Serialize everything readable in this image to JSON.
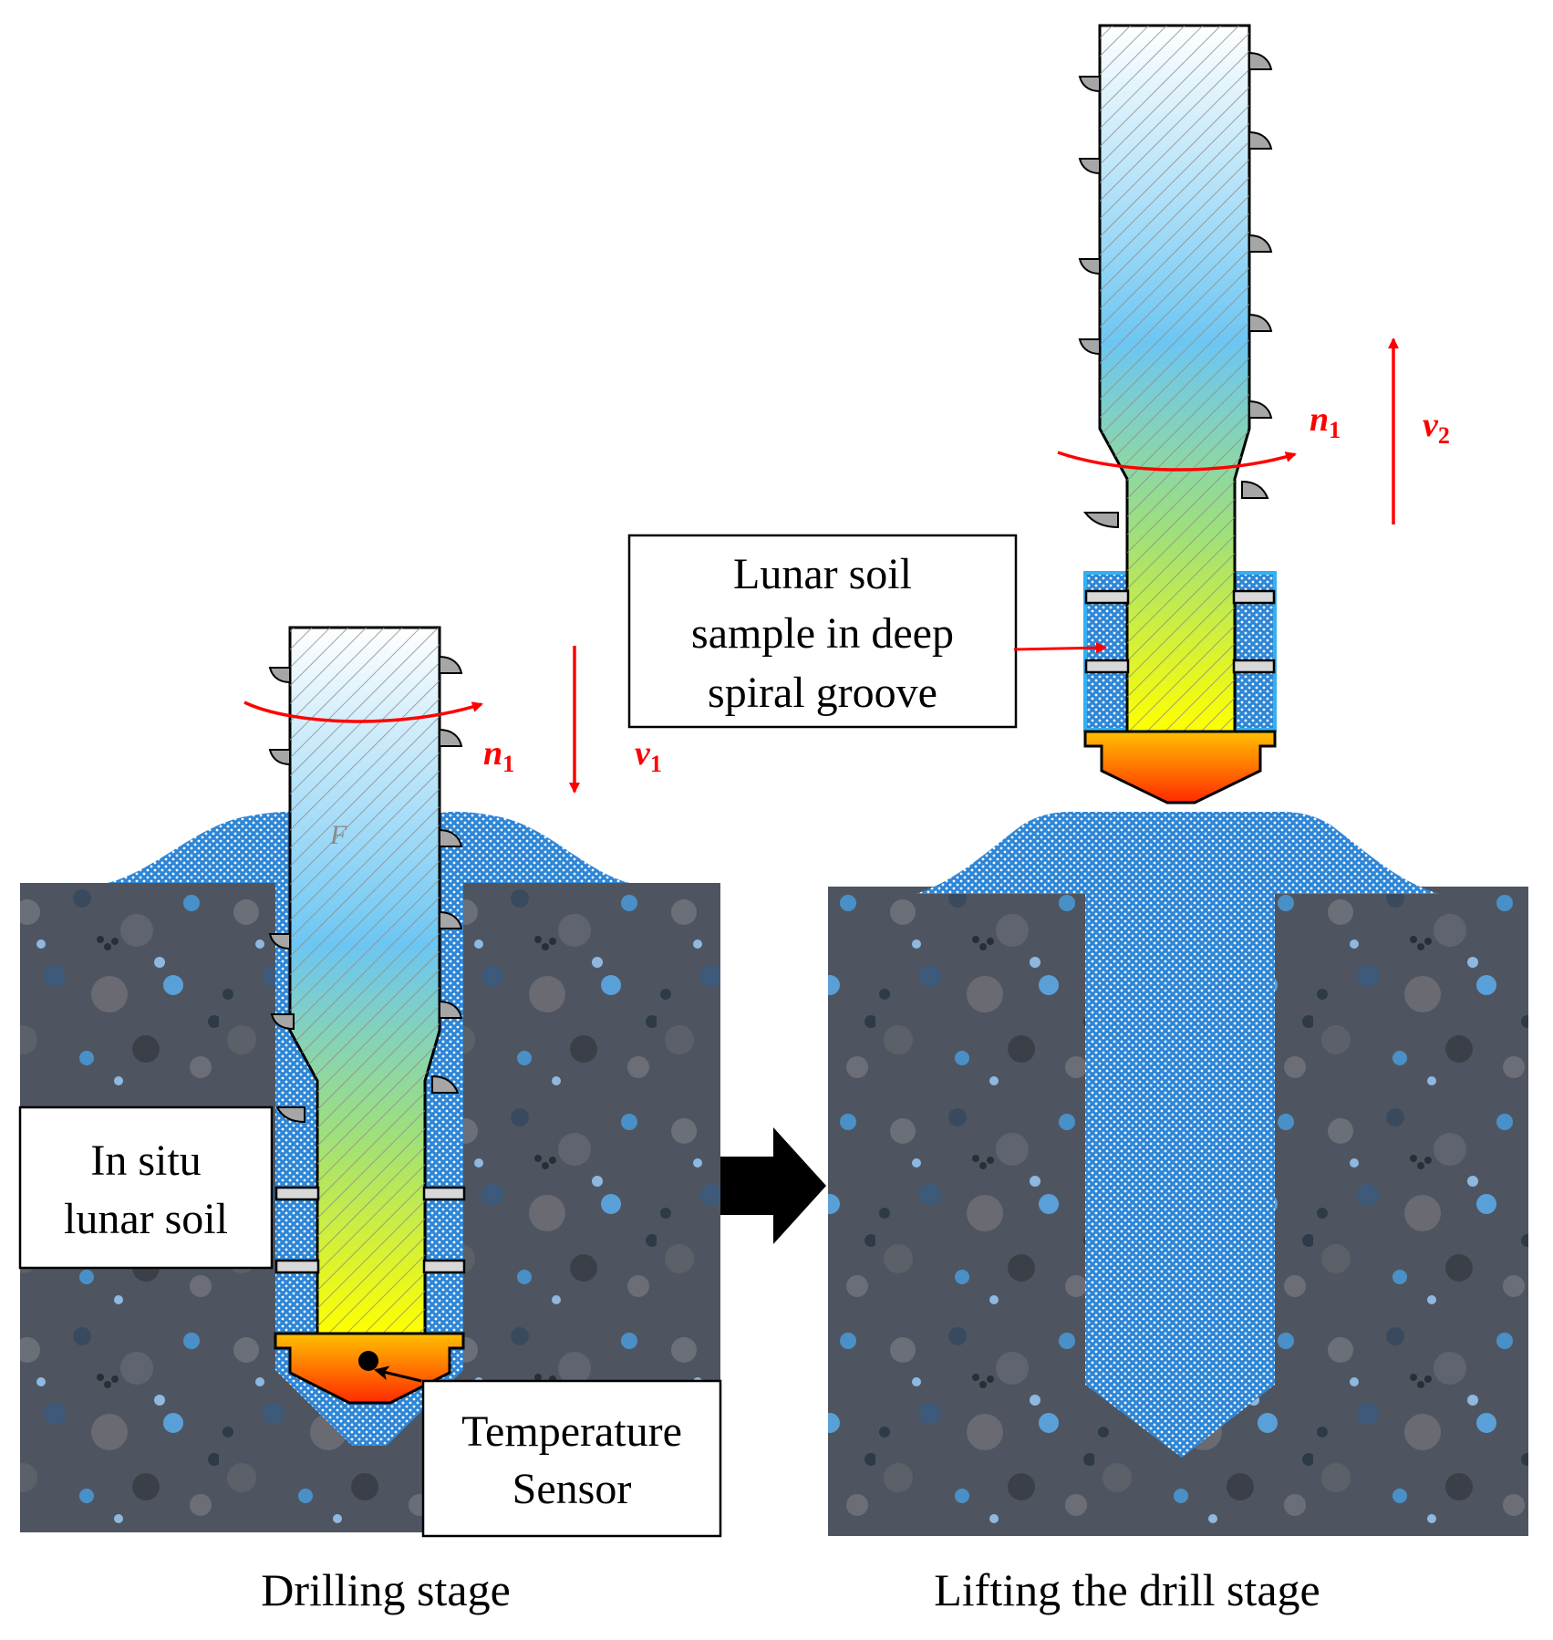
{
  "labels": {
    "in_situ_line1": "In situ",
    "in_situ_line2": "lunar soil",
    "temperature_line1": "Temperature",
    "temperature_line2": "Sensor",
    "lunar_sample_line1": "Lunar soil",
    "lunar_sample_line2": "sample in deep",
    "lunar_sample_line3": "spiral groove",
    "force": "F"
  },
  "symbols": {
    "rotation_left": {
      "base": "n",
      "sub": "1"
    },
    "velocity_left": {
      "base": "v",
      "sub": "1"
    },
    "rotation_right": {
      "base": "n",
      "sub": "1"
    },
    "velocity_right": {
      "base": "v",
      "sub": "2"
    }
  },
  "captions": {
    "left": "Drilling stage",
    "right": "Lifting the drill  stage"
  },
  "colors": {
    "annotation_red": "#ff0000",
    "loose_soil_blue": "#2e86d6",
    "drill_gradient_top": "#ffffff",
    "drill_gradient_mid": "#6cc6f2",
    "drill_gradient_yellow": "#ffff00",
    "drill_bit_red": "#ff2a00"
  }
}
